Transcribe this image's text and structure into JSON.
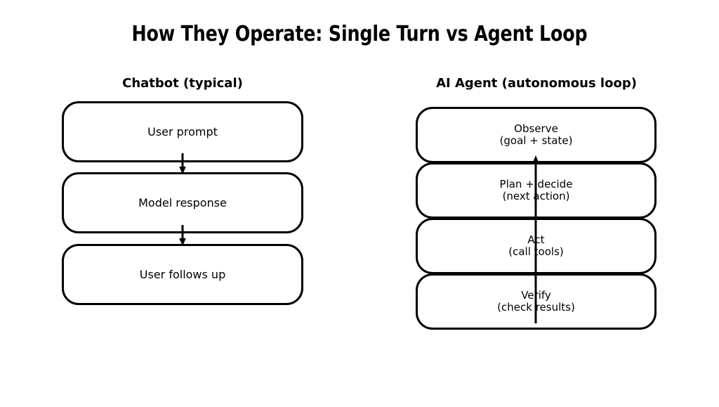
{
  "page": {
    "title": "How They Operate: Single Turn vs Agent Loop",
    "background_color": "#ffffff",
    "stroke_color": "#000000",
    "text_color": "#000000"
  },
  "columns": {
    "left": {
      "heading": "Chatbot (typical)",
      "flow_type": "linear single turn",
      "nodes": [
        {
          "id": "user-prompt",
          "label": "User prompt"
        },
        {
          "id": "model-response",
          "label": "Model response"
        },
        {
          "id": "user-follows-up",
          "label": "User follows up"
        }
      ],
      "connectors": [
        {
          "id": "arrow-1",
          "from": "user-prompt",
          "to": "model-response",
          "direction": "down"
        },
        {
          "id": "arrow-2",
          "from": "model-response",
          "to": "user-follows-up",
          "direction": "down"
        }
      ]
    },
    "right": {
      "heading": "AI Agent (autonomous loop)",
      "flow_type": "autonomous loop",
      "nodes": [
        {
          "id": "observe",
          "label": "Observe\n(goal + state)"
        },
        {
          "id": "plan",
          "label": "Plan + decide\n(next action)"
        },
        {
          "id": "act",
          "label": "Act\n(call tools)"
        },
        {
          "id": "verify",
          "label": "Verify\n(check results)"
        }
      ],
      "connectors": [
        {
          "id": "loop-line",
          "from": "verify",
          "to": "observe",
          "direction": "up",
          "style": "loop-back"
        }
      ]
    }
  }
}
